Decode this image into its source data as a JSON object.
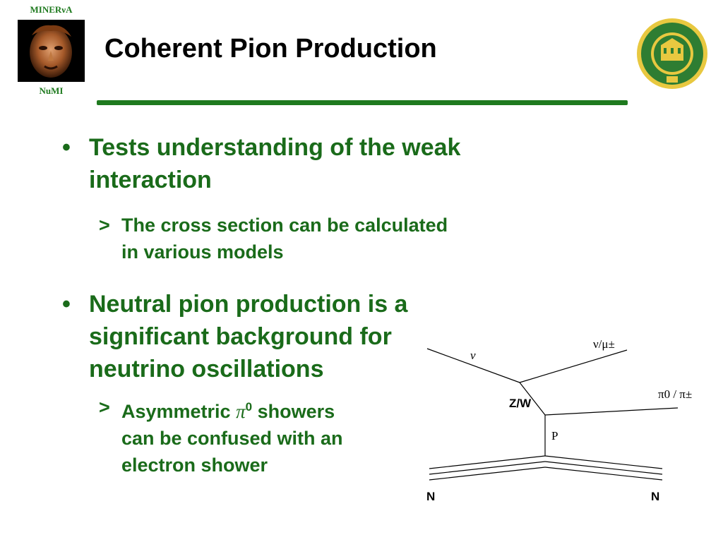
{
  "header": {
    "top_logo_text": "MINERνA",
    "bottom_logo_text": "NuMI",
    "title": "Coherent Pion Production"
  },
  "bullets": [
    {
      "marker": "•",
      "text_line1": "Tests understanding of the weak",
      "text_line2": "interaction",
      "sub": {
        "marker": ">",
        "line1": "The cross section can be calculated",
        "line2": "in various models"
      }
    },
    {
      "marker": "•",
      "text_line1": "Neutral pion production is a",
      "text_line2": "significant background for",
      "text_line3": "neutrino oscillations",
      "sub": {
        "marker": ">",
        "line1_prefix": "Asymmetric",
        "line1_symbol": "π",
        "line1_sup": "0",
        "line1_suffix": "showers",
        "line2": "can be confused with an",
        "line3": "electron shower"
      }
    }
  ],
  "diagram": {
    "incoming_label": "ν",
    "outgoing_lepton_label": "ν/μ±",
    "boson_label": "Z/W",
    "outgoing_pion_label": "π0 / π±",
    "exchange_label": "P",
    "nucleus_left": "N",
    "nucleus_right": "N"
  },
  "colors": {
    "accent_green": "#1a6b1a",
    "seal_green": "#2e7d32",
    "seal_gold": "#e8c840"
  }
}
